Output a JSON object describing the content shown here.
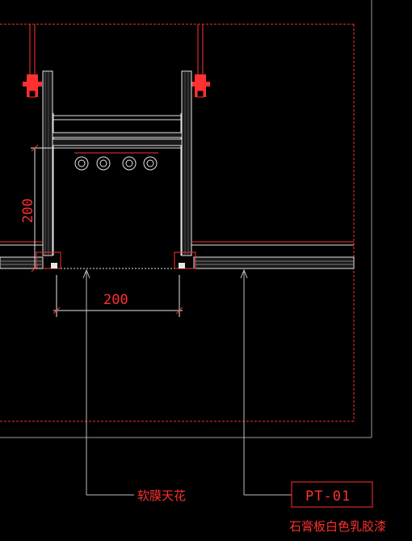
{
  "dimensions": {
    "vertical_label": "200",
    "horizontal_label": "200"
  },
  "callouts": {
    "soft_film_ceiling": "软膜天花",
    "material_code": "PT-01",
    "gypsum_board_paint": "石膏板白色乳胶漆"
  },
  "colors": {
    "background": "#000000",
    "annotation_red": "#ff3030",
    "linework_white": "#e6e6e6",
    "leader_gray": "#bdbdbd",
    "frame_gray": "#9a9a9a"
  }
}
